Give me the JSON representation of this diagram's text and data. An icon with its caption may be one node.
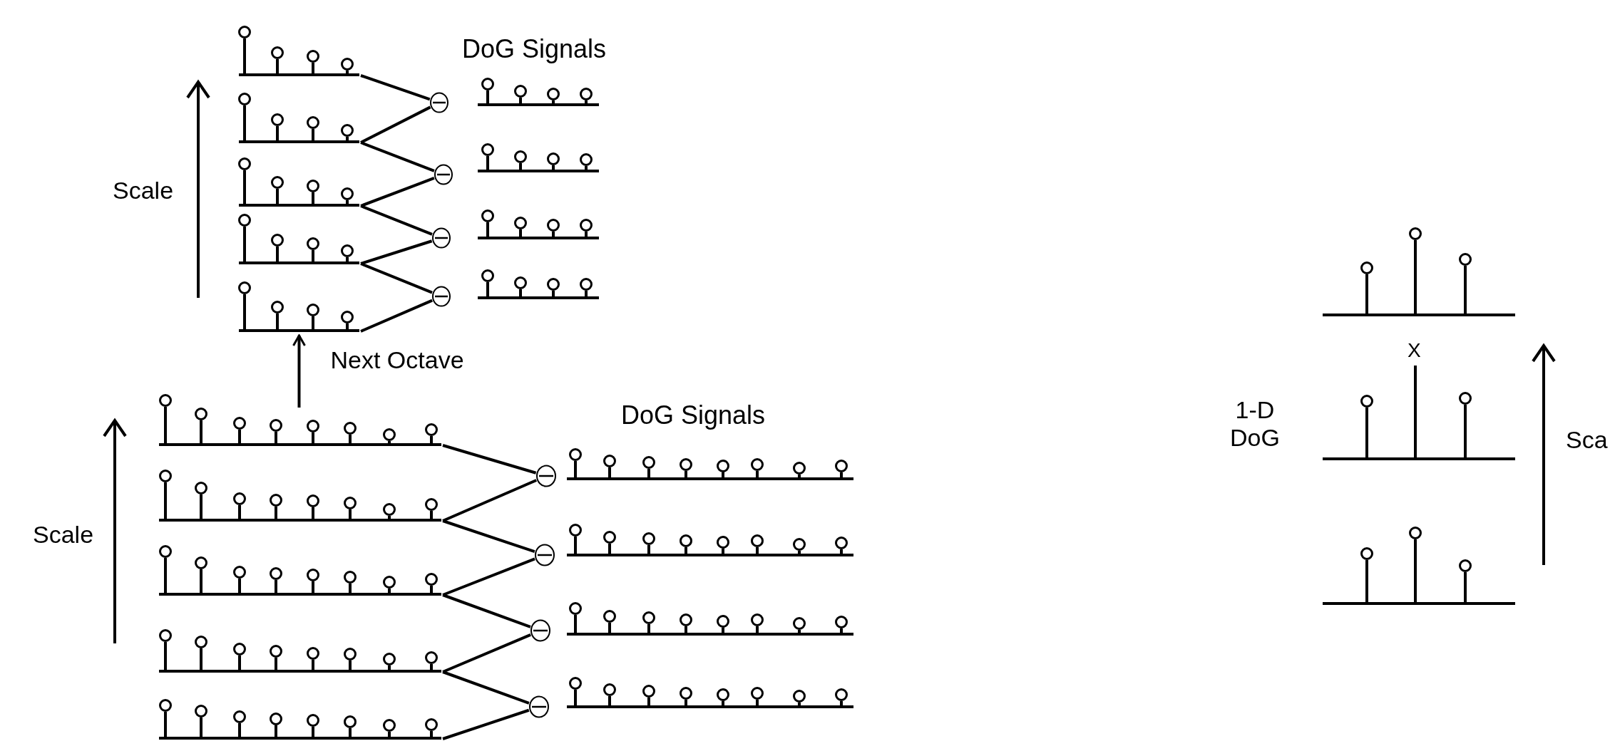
{
  "diagram": {
    "nodes": [
      {
        "text": [],
        "shape": "picture"
      },
      {
        "text": [],
        "shape": "picture"
      },
      {
        "text": [],
        "shape": "picture"
      },
      {
        "text": [],
        "shape": "picture"
      },
      {
        "text": [],
        "shape": "picture"
      },
      {
        "text": [],
        "shape": "circle"
      },
      {
        "text": [],
        "shape": "circle"
      },
      {
        "text": [],
        "shape": "circle"
      },
      {
        "text": [],
        "shape": "circle"
      },
      {
        "text": [],
        "shape": "picture"
      },
      {
        "text": [],
        "shape": "picture"
      },
      {
        "text": [],
        "shape": "picture"
      },
      {
        "text": [],
        "shape": "picture"
      },
      {
        "text": [],
        "shape": "picture"
      },
      {
        "text": [],
        "shape": "picture"
      },
      {
        "text": [],
        "shape": "picture"
      },
      {
        "text": [],
        "shape": "picture"
      },
      {
        "text": [],
        "shape": "picture"
      },
      {
        "text": [],
        "shape": "circle"
      },
      {
        "text": [],
        "shape": "circle"
      },
      {
        "text": [],
        "shape": "circle"
      },
      {
        "text": [],
        "shape": "circle"
      },
      {
        "text": [],
        "shape": "picture"
      },
      {
        "text": [],
        "shape": "picture"
      },
      {
        "text": [],
        "shape": "picture"
      },
      {
        "text": [],
        "shape": "picture"
      },
      {
        "text": [],
        "shape": "picture"
      },
      {
        "text": [],
        "shape": "picture"
      },
      {
        "text": [],
        "shape": "picture"
      }
    ],
    "edges": [
      {
        "from": 0,
        "to": 5,
        "arrow": "none"
      },
      {
        "from": 1,
        "to": 5,
        "arrow": "none"
      },
      {
        "from": 1,
        "to": 6,
        "arrow": "none"
      },
      {
        "from": 2,
        "to": 6,
        "arrow": "none"
      },
      {
        "from": 2,
        "to": 7,
        "arrow": "none"
      },
      {
        "from": 3,
        "to": 7,
        "arrow": "none"
      },
      {
        "from": 3,
        "to": 8,
        "arrow": "none"
      },
      {
        "from": 4,
        "to": 8,
        "arrow": "none"
      },
      {
        "from": 13,
        "to": 4,
        "arrow": "to",
        "label": "Next Octave"
      },
      {
        "from": 13,
        "to": 18,
        "arrow": "none"
      },
      {
        "from": 14,
        "to": 18,
        "arrow": "none"
      },
      {
        "from": 14,
        "to": 19,
        "arrow": "none"
      },
      {
        "from": 15,
        "to": 19,
        "arrow": "none"
      },
      {
        "from": 15,
        "to": 20,
        "arrow": "none"
      },
      {
        "from": 16,
        "to": 20,
        "arrow": "none"
      },
      {
        "from": 16,
        "to": 21,
        "arrow": "none"
      },
      {
        "from": 17,
        "to": 21,
        "arrow": "none"
      }
    ],
    "labels": [
      "DoG Signals",
      "Scale",
      "DoG Signals",
      "Scale",
      "X",
      "1-D DoG",
      "Sca"
    ]
  }
}
